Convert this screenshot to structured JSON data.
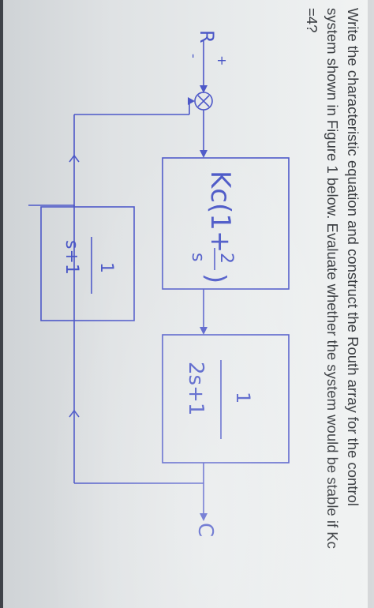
{
  "question": {
    "text": "Write the characteristic equation and construct the Routh array for the control\nsystem shown in Figure 1 below. Evaluate whether the system would be stable if Kc\n=4?"
  },
  "diagram": {
    "input_label": "R",
    "plus_sign": "+",
    "minus_sign": "-",
    "output_label": "C",
    "controller": {
      "front": "Kc(1+",
      "numerator": "2",
      "denominator": "s",
      "close": ")"
    },
    "plant": {
      "numerator": "1",
      "denominator": "2s+1"
    },
    "feedback": {
      "numerator": "1",
      "denominator": "s+1"
    }
  }
}
